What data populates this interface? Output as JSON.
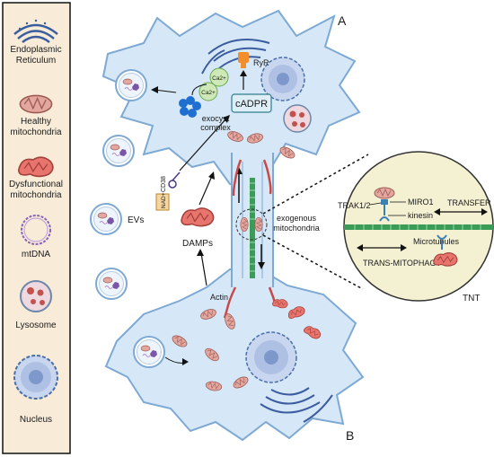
{
  "legend": {
    "items": [
      {
        "lines": [
          "Endoplasmic",
          "Reticulum"
        ],
        "icon": "endoplasmic-reticulum-icon"
      },
      {
        "lines": [
          "Healthy",
          "mitochondria"
        ],
        "icon": "healthy-mitochondria-icon"
      },
      {
        "lines": [
          "Dysfunctional",
          "mitochondria"
        ],
        "icon": "dysfunctional-mitochondria-icon"
      },
      {
        "lines": [
          "mtDNA"
        ],
        "icon": "mtdna-icon"
      },
      {
        "lines": [
          "Lysosome"
        ],
        "icon": "lysosome-icon"
      },
      {
        "lines": [
          "Nucleus"
        ],
        "icon": "nucleus-icon"
      }
    ]
  },
  "labels": {
    "panel_a": "A",
    "panel_b": "B",
    "ryr": "RyR",
    "ca1": "Ca2+",
    "ca2": "Ca2+",
    "cadpr": "cADPR",
    "exocyst_line1": "exocyst",
    "exocyst_line2": "complex",
    "cd38": "CD38",
    "nad": "NAD+",
    "evs": "EVs",
    "damps": "DAMPs",
    "actin": "Actin",
    "exogenous_line1": "exogenous",
    "exogenous_line2": "mitochondria",
    "tnt": "TNT"
  },
  "inset": {
    "trak": "TRAK1/2",
    "miro": "MIRO1",
    "kinesin": "kinesin",
    "transfer": "TRANSFER",
    "microtubules": "Microtubules",
    "trans_mitophagy": "TRANS-MITOPHAGY"
  },
  "colors": {
    "cell_fill": "#d6e8f7",
    "cell_stroke": "#7ea9d3",
    "mito_fill": "#e3a79f",
    "dys_mito_fill": "#e8746e",
    "microtubule": "#3a9c57",
    "inset_fill": "#f4f1d2",
    "er_stroke": "#3b5da0",
    "exocyst": "#1f6fd1"
  }
}
